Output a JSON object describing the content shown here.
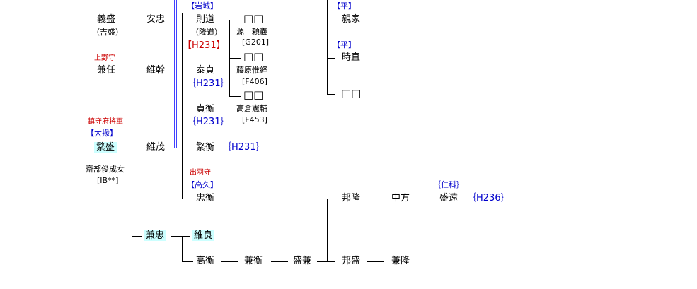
{
  "left": {
    "yoshimori": "義盛",
    "yoshimori_alias": "（吉盛）",
    "kanetou_title": "上野守",
    "kanetou": "兼任",
    "shigemori_title": "鎮守府将軍",
    "shigemori_rank": "【大掾】",
    "shigemori": "繁盛",
    "shigemori_wife": "斎部俊成女",
    "shigemori_wife_ref": "[IB**]"
  },
  "col2": {
    "yasutada": "安忠",
    "koremoto": "維幹",
    "koremochi": "維茂",
    "kanetada": "兼忠"
  },
  "col3": {
    "iwaki_tag": "【岩城】",
    "norimichi": "則道",
    "norimichi_alias": "（隆道）",
    "norimichi_ref": "【H231】",
    "yasusada": "泰貞",
    "yasusada_ref": "｛H231｝",
    "sadahira": "貞衡",
    "sadahira_ref": "｛H231｝",
    "shigehira": "繁衡",
    "shigehira_ref": "｛H231｝",
    "tadahira_title": "出羽守",
    "tadahira_tag": "【高久】",
    "tadahira": "忠衡",
    "koreyoshi": "維良",
    "takahira": "高衡"
  },
  "col4": {
    "box1": "□□",
    "box1_name": "源　頼義",
    "box1_ref": "[G201]",
    "box2": "□□",
    "box2_name": "藤原惟経",
    "box2_ref": "[F406]",
    "box3": "□□",
    "box3_name": "高倉憲輔",
    "box3_ref": "[F453]"
  },
  "right_top": {
    "taira1": "【平】",
    "chikaie": "親家",
    "taira2": "【平】",
    "tokinao": "時直",
    "box": "□□"
  },
  "bottom": {
    "kanehira": "兼衡",
    "morikane": "盛兼",
    "kunitaka": "邦隆",
    "nakakata": "中方",
    "nishina_tag": "｛仁科｝",
    "morito": "盛遠",
    "morito_ref": "｛H236｝",
    "kunimori": "邦盛",
    "kanetaka": "兼隆"
  }
}
